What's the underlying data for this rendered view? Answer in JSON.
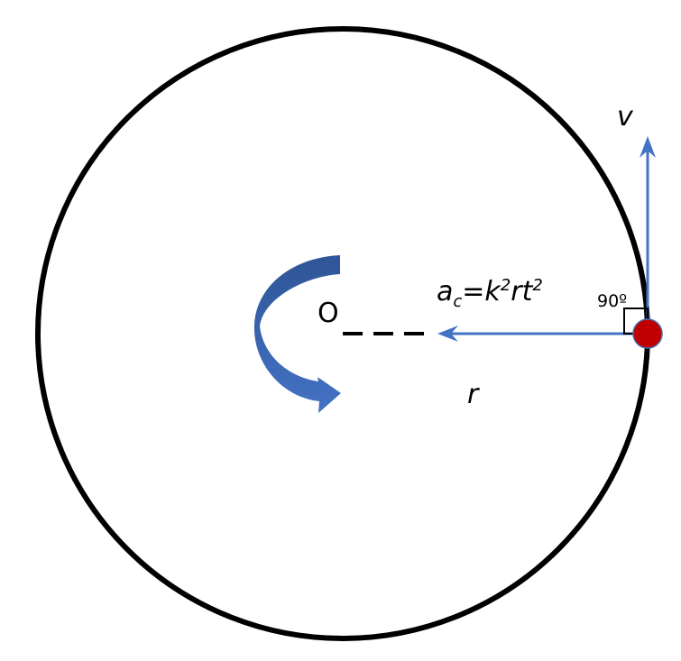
{
  "labels": {
    "center": "O",
    "velocity": "v",
    "radius": "r",
    "angle": "90º",
    "formula": {
      "a": "a",
      "c": "c",
      "eq": "=k",
      "k_exp": "2",
      "rt": "rt",
      "t_exp": "2"
    }
  },
  "colors": {
    "circle": "#000000",
    "vector": "#4472c4",
    "particle": "#c00000",
    "rotation_arrow": "#4472c4"
  }
}
